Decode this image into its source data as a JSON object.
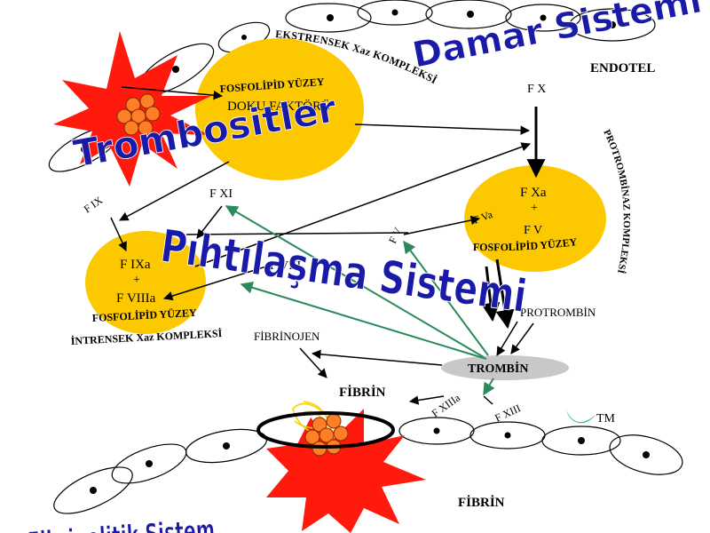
{
  "titles": {
    "vascular": "Damar Sistemi",
    "platelets": "Trombositler",
    "coagulation": "Pıhtılaşma Sistemi",
    "fibrinolytic": "Fibrinolitik Sistem"
  },
  "labels": {
    "endotel": "ENDOTEL",
    "extrinsic_complex": "EKSTRENSEK Xaz KOMPLEKSİ",
    "phospholipid_top": "FOSFOLİPİD YÜZEY",
    "tissue_factor": "DOKU FAKTÖRÜ",
    "fx": "F X",
    "prothrombinase_complex": "PROTROMBİNAZ KOMPLEKSİ",
    "fxa": "F Xa",
    "plus_right": "+",
    "fv": "F V",
    "phospholipid_right": "FOSFOLİPİD YÜZEY",
    "fva": "F Va",
    "fv_mid": "F V",
    "fix": "F IX",
    "fxi": "F XI",
    "fviii": "F VIII",
    "fixa": "F IXa",
    "plus_left": "+",
    "fviiia": "F VIIIa",
    "phospholipid_left": "FOSFOLİPİD YÜZEY",
    "intrinsic_complex": "İNTRENSEK Xaz KOMPLEKSİ",
    "prothrombin": "PROTROMBİN",
    "fibrinogen": "FİBRİNOJEN",
    "thrombin": "TROMBİN",
    "fibrin_mid": "FİBRİN",
    "fxiiia": "F XIIIa",
    "fxiii": "F XIII",
    "tm": "TM",
    "fibrin_bottom": "FİBRİN"
  },
  "colors": {
    "phospholipid": "#fcc900",
    "star": "#ff1a0d",
    "platelet": "#ff7f27",
    "wordart_blue": "#1a1aa8",
    "green_arrow": "#2a8a5a",
    "thrombin_fill": "#c8c8c8",
    "tm": "#20c4a0"
  }
}
